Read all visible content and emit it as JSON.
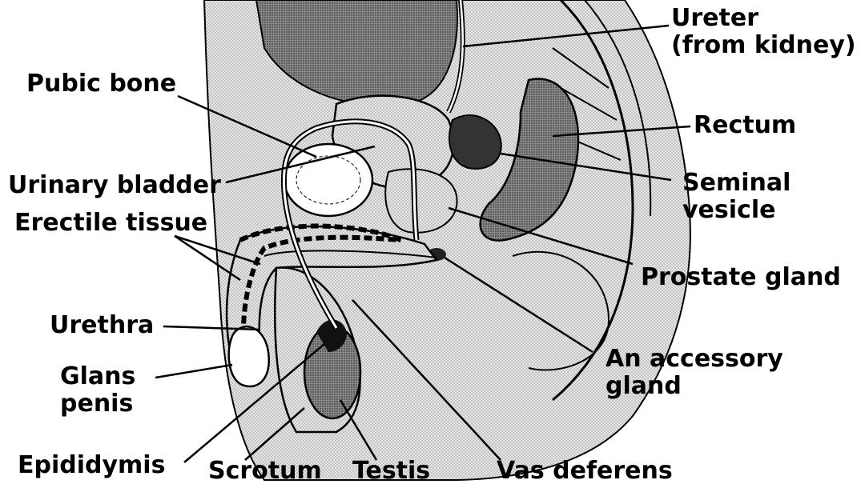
{
  "labels": {
    "ureter": [
      "Ureter",
      "(from kidney)"
    ],
    "pubic_bone": "Pubic bone",
    "rectum": "Rectum",
    "urinary_bladder": "Urinary bladder",
    "seminal_vesicle": [
      "Seminal",
      "vesicle"
    ],
    "erectile_tissue": "Erectile tissue",
    "prostate_gland": "Prostate gland",
    "urethra": "Urethra",
    "accessory_gland": [
      "An accessory",
      "gland"
    ],
    "glans_penis": [
      "Glans",
      "penis"
    ],
    "epididymis": "Epididymis",
    "scrotum": "Scrotum",
    "testis": "Testis",
    "vas_deferens": "Vas deferens"
  },
  "colors": {
    "ink": "#000000",
    "tissue_light": "#d9d9d9",
    "tissue_mid": "#a8a8a8",
    "tissue_dark": "#555555",
    "paper": "#ffffff"
  }
}
